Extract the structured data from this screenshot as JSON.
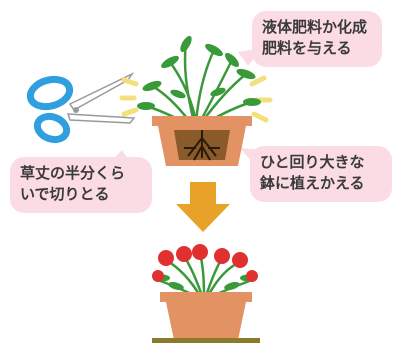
{
  "callouts": {
    "fertilizer": {
      "lines": [
        "液体肥料か化成",
        "肥料を与える"
      ]
    },
    "cut": {
      "lines": [
        "草丈の半分くら",
        "いで切りとる"
      ]
    },
    "repot": {
      "lines": [
        "ひと回り大きな",
        "鉢に植えかえる"
      ]
    }
  },
  "colors": {
    "bubble": "#fcdce4",
    "scissors": "#2f9fe0",
    "pot": "#e29263",
    "arrow": "#e8a22a",
    "leaf": "#3a9a3a",
    "flower": "#e03030",
    "rays": "#f4e07a"
  },
  "icons": [
    "scissors-icon",
    "sparkle-rays-icon",
    "plant-with-roots-icon",
    "down-arrow-icon",
    "flowering-plant-icon"
  ]
}
